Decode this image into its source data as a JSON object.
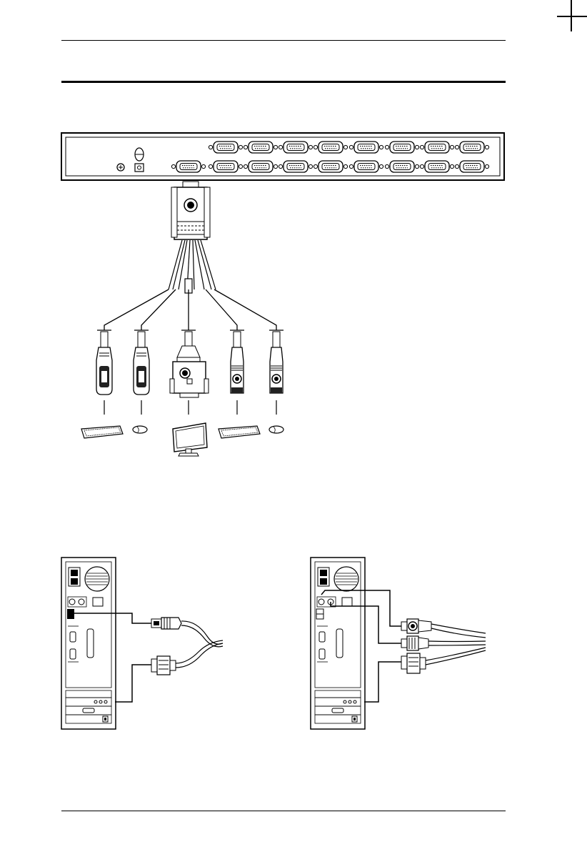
{
  "page": {
    "figure_text": []
  },
  "icons": {
    "crop_mark": "crop-mark-icon",
    "kvm_rear_panel": "kvm-switch-rear-panel-illustration",
    "kvm_cable": "kvm-cable-illustration",
    "usb_pc": "pc-usb-connection-illustration",
    "ps2_pc": "pc-ps2-connection-illustration"
  }
}
